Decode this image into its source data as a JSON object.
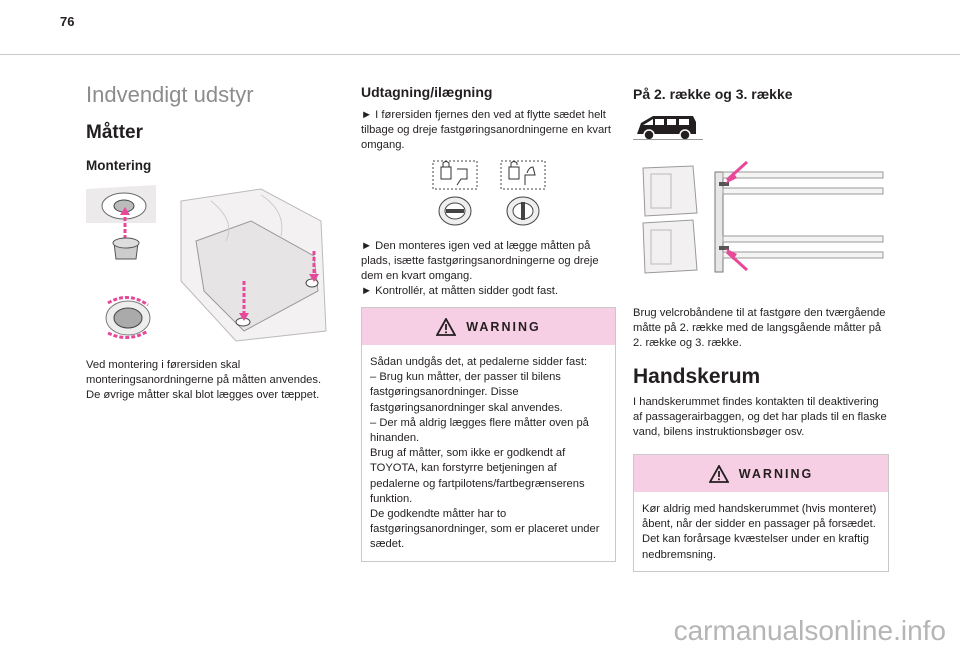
{
  "page_number": "76",
  "col1": {
    "section_title": "Indvendigt udstyr",
    "heading": "Måtter",
    "subheading": "Montering",
    "paragraph": "Ved montering i førersiden skal monteringsanordningerne på måtten anvendes.\nDe øvrige måtter skal blot lægges over tæppet."
  },
  "col2": {
    "heading": "Udtagning/ilægning",
    "step1": "► I førersiden fjernes den ved at flytte sædet helt tilbage og dreje fastgøringsanordningerne en kvart omgang.",
    "step2": "► Den monteres igen ved at lægge måtten på plads, isætte fastgøringsanordningerne og dreje dem en kvart omgang.\n► Kontrollér, at måtten sidder godt fast.",
    "warning_label": "WARNING",
    "warning_text": "Sådan undgås det, at pedalerne sidder fast:\n– Brug kun måtter, der passer til bilens fastgøringsanordninger. Disse fastgøringsanordninger skal anvendes.\n– Der må aldrig lægges flere måtter oven på hinanden.\nBrug af måtter, som ikke er godkendt af TOYOTA, kan forstyrre betjeningen af pedalerne og fartpilotens/fartbegrænserens funktion.\nDe godkendte måtter har to fastgøringsanordninger, som er placeret under sædet."
  },
  "col3": {
    "heading": "På 2. række og 3. række",
    "paragraph": "Brug velcrobåndene til at fastgøre den tværgående måtte på 2. række med de langsgående måtter på 2. række og 3. række.",
    "heading2": "Handskerum",
    "paragraph2": "I handskerummet findes kontakten til deaktivering af passagerairbaggen, og det har plads til en flaske vand, bilens instruktionsbøger osv.",
    "warning_label": "WARNING",
    "warning_text": "Kør aldrig med handskerummet (hvis monteret) åbent, når der sidder en passager på forsædet. Det kan forårsage kvæstelser under en kraftig nedbremsning."
  },
  "watermark": "carmanualsonline.info",
  "colors": {
    "warning_header": "#f7cfe4",
    "arrow": "#e8489a",
    "heading_grey": "#8c8c8c"
  }
}
